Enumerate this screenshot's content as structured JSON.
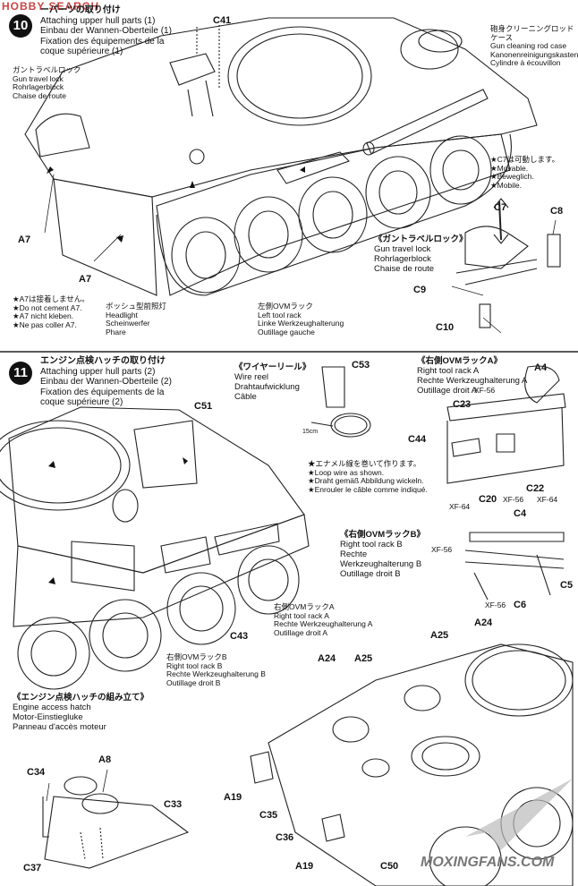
{
  "watermark_top": "HOBBY SEARCH",
  "watermark_bottom": "MOXINGFANS.COM",
  "step10": {
    "number": "10",
    "title": [
      "ーパーツの取り付け",
      "Attaching upper hull parts (1)",
      "Einbau der Wannen-Oberteile (1)",
      "Fixation des équipements de la",
      "coque supérieure (1)"
    ],
    "gun_travel_lock": [
      "ガントラベルロック",
      "Gun travel lock",
      "Rohrlagerblock",
      "Chaise de route"
    ],
    "cleaning_rod": [
      "砲身クリーニングロッド",
      "ケース",
      "Gun cleaning rod case",
      "Kanonenreinigungskasten",
      "Cylindre à écouvillon"
    ],
    "c7_movable": [
      "★C7は可動します。",
      "★Movable.",
      "★Beweglich.",
      "★Mobile."
    ],
    "gun_travel_lock2": [
      "《ガントラベルロック》",
      "Gun travel lock",
      "Rohrlagerblock",
      "Chaise de route"
    ],
    "a7_note": [
      "★A7は接着しません。",
      "★Do not cement A7.",
      "★A7 nicht kleben.",
      "★Ne pas coller A7."
    ],
    "headlight": [
      "ボッシュ型前照灯",
      "Headlight",
      "Scheinwerfer",
      "Phare"
    ],
    "left_tool_rack": [
      "左側OVMラック",
      "Left tool rack",
      "Linke Werkzeughalterung",
      "Outillage gauche"
    ],
    "parts": {
      "c41": "C41",
      "a7a": "A7",
      "a7b": "A7",
      "c7": "C7",
      "c8": "C8",
      "c9": "C9",
      "c10": "C10"
    }
  },
  "step11": {
    "number": "11",
    "title": [
      "エンジン点検ハッチの取り付け",
      "Attaching upper hull parts (2)",
      "Einbau der Wannen-Oberteile (2)",
      "Fixation des équipements de la",
      "coque supérieure (2)"
    ],
    "wire_reel": [
      "《ワイヤーリール》",
      "Wire reel",
      "Drahtaufwicklung",
      "Câble"
    ],
    "wire_note": [
      "★エナメル線を巻いて作ります。",
      "★Loop wire as shown.",
      "★Draht gemäß Abbildung wickeln.",
      "★Enrouler le câble comme indiqué."
    ],
    "dim_15cm": "15cm",
    "right_rack_a_box": [
      "《右側OVMラックA》",
      "Right tool rack A",
      "Rechte Werkzeughalterung A",
      "Outillage droit A"
    ],
    "right_rack_b_box": [
      "《右側OVMラックB》",
      "Right tool rack B",
      "Rechte",
      "Werkzeughalterung B",
      "Outillage droit B"
    ],
    "right_rack_a": [
      "右側OVMラックA",
      "Right tool rack A",
      "Rechte Werkzeughalterung A",
      "Outillage droit A"
    ],
    "right_rack_b": [
      "右側OVMラックB",
      "Right tool rack B",
      "Rechte Werkzeughalterung B",
      "Outillage droit B"
    ],
    "engine_hatch": [
      "《エンジン点検ハッチの組み立て》",
      "Engine access hatch",
      "Motor-Einstiegluke",
      "Panneau d'accès moteur"
    ],
    "parts": {
      "c51": "C51",
      "c53": "C53",
      "a4": "A4",
      "xf56a": "XF-56",
      "c23": "C23",
      "c44": "C44",
      "c20": "C20",
      "c22": "C22",
      "xf64a": "XF-64",
      "xf56b": "XF-56",
      "xf64b": "XF-64",
      "c4": "C4",
      "xf56c": "XF-56",
      "c5": "C5",
      "c6": "C6",
      "xf56d": "XF-56",
      "c43": "C43",
      "a24a": "A24",
      "a25a": "A25",
      "a25b": "A25",
      "a24b": "A24",
      "a8": "A8",
      "c34": "C34",
      "c33": "C33",
      "a19a": "A19",
      "c35": "C35",
      "c36": "C36",
      "c37": "C37",
      "a19b": "A19",
      "c50": "C50"
    }
  }
}
